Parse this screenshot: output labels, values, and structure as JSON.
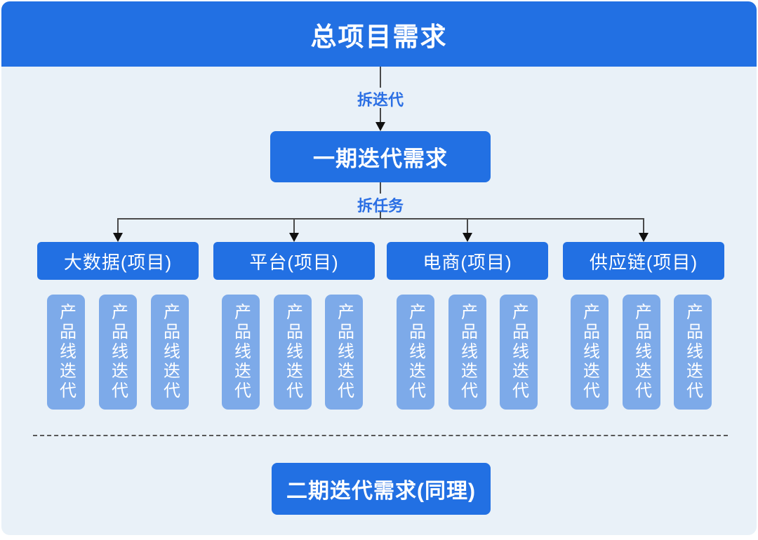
{
  "diagram": {
    "root_label": "总项目需求",
    "edge1_label": "拆迭代",
    "phase1_label": "一期迭代需求",
    "edge2_label": "拆任务",
    "projects": [
      {
        "label": "大数据(项目)"
      },
      {
        "label": "平台(项目)"
      },
      {
        "label": "电商(项目)"
      },
      {
        "label": "供应链(项目)"
      }
    ],
    "product_card_label": "产品线迭代",
    "cards_per_project": 3,
    "phase2_label": "二期迭代需求(同理)"
  },
  "colors": {
    "node_blue": "#2270e3",
    "card_blue": "#7daae9",
    "canvas_background": "#e9f1f8",
    "edge_label_blue": "#2b6fe4",
    "line_color": "#4a4a4a"
  }
}
